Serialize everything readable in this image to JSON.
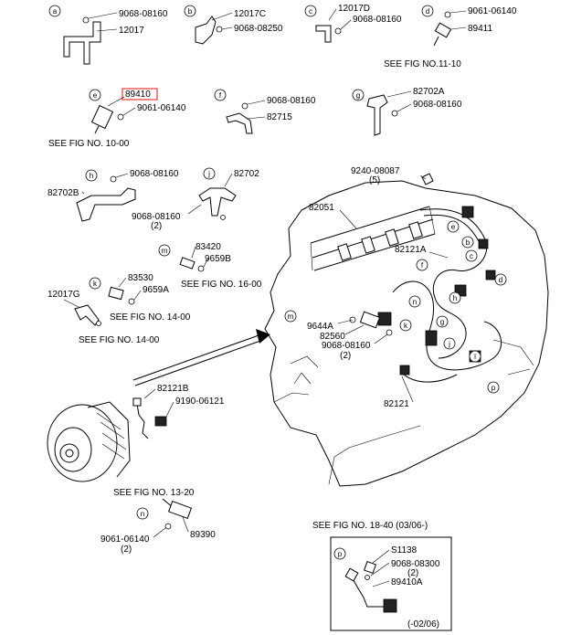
{
  "highlight_color": "#e53935",
  "groups": {
    "a": {
      "letter": "a",
      "p1": "9068-08160",
      "p2": "12017"
    },
    "b": {
      "letter": "b",
      "p1": "12017C",
      "p2": "9068-08250"
    },
    "c": {
      "letter": "c",
      "p1": "12017D",
      "p2": "9068-08160"
    },
    "d": {
      "letter": "d",
      "p1": "9061-06140",
      "p2": "89411",
      "ref": "SEE FIG NO.11-10"
    },
    "e": {
      "letter": "e",
      "p1": "89410",
      "p2": "9061-06140",
      "ref": "SEE FIG NO. 10-00"
    },
    "f": {
      "letter": "f",
      "p1": "9068-08160",
      "p2": "82715"
    },
    "g": {
      "letter": "g",
      "p1": "82702A",
      "p2": "9068-08160"
    },
    "h": {
      "letter": "h",
      "p1": "9068-08160",
      "p2": "82702B"
    },
    "j": {
      "letter": "j",
      "p1": "82702",
      "p2": "9068-08160",
      "qty": "(2)"
    },
    "m": {
      "letter": "m",
      "p1": "83420",
      "p2": "9659B",
      "ref": "SEE FIG NO. 16-00"
    },
    "k": {
      "letter": "k",
      "p1": "83530",
      "p2": "9659A",
      "ref": "SEE FIG NO. 14-00"
    },
    "l": {
      "p1": "12017G",
      "ref": "SEE FIG NO. 14-00"
    },
    "alt": {
      "p1": "82121B",
      "p2": "9190-06121"
    },
    "n": {
      "letter": "n",
      "ref": "SEE FIG NO.  13-20",
      "p1": "9061-06140",
      "qty": "(2)",
      "p2": "89390"
    },
    "engine": {
      "p1": "9240-08087",
      "p1_qty": "(5)",
      "p2": "82051",
      "p3": "82121A",
      "p4": "9644A",
      "p5": "82560",
      "p6": "9068-08160",
      "p6_qty": "(2)",
      "p7": "82121"
    },
    "p": {
      "header": "SEE FIG NO. 18-40 (03/06-)",
      "letter": "p",
      "p1": "S1138",
      "p2": "9068-08300",
      "p2_qty": "(2)",
      "p3": "89410A",
      "date": "(-02/06)"
    }
  },
  "engine_callouts": [
    "e",
    "b",
    "c",
    "f",
    "d",
    "m",
    "n",
    "h",
    "g",
    "k",
    "j",
    "l",
    "p"
  ]
}
